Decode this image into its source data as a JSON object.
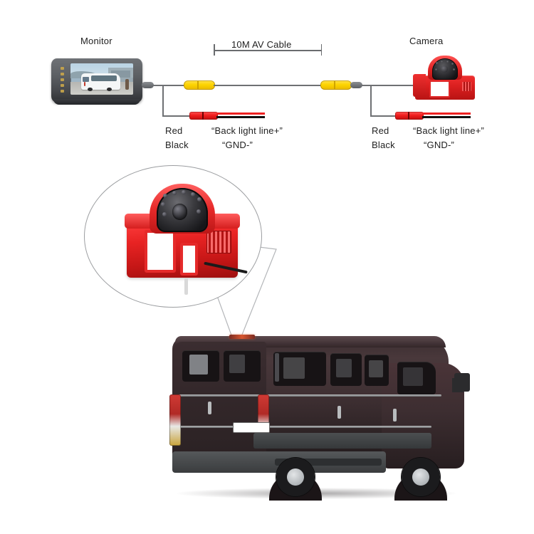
{
  "diagram": {
    "title_labels": {
      "monitor": "Monitor",
      "camera": "Camera",
      "cable_span": "10M AV Cable"
    },
    "left_wiring": {
      "wire_color_1": "Red",
      "wire_color_2": "Black",
      "function_1": "“Back light line+”",
      "function_2": "“GND-”"
    },
    "right_wiring": {
      "wire_color_1": "Red",
      "wire_color_2": "Black",
      "function_1": "“Back light line+”",
      "function_2": "“GND-”"
    },
    "connectors": {
      "rca_left": "rca-video-connector-yellow",
      "rca_right": "rca-video-connector-yellow",
      "power_left": "power-connector-red",
      "power_right": "power-connector-red"
    },
    "colors": {
      "rca_yellow": "#fdd401",
      "power_red": "#ee1c1c",
      "camera_red": "#e02525",
      "wire_gray": "#6e7073",
      "black_wire": "#101010",
      "van_body": "#3f3033",
      "background": "#ffffff"
    },
    "callout": {
      "shape": "oval-magnifier",
      "subject": "brake-light-reversing-camera"
    },
    "vehicle": {
      "type": "panel-van",
      "color": "dark-maroon"
    }
  }
}
